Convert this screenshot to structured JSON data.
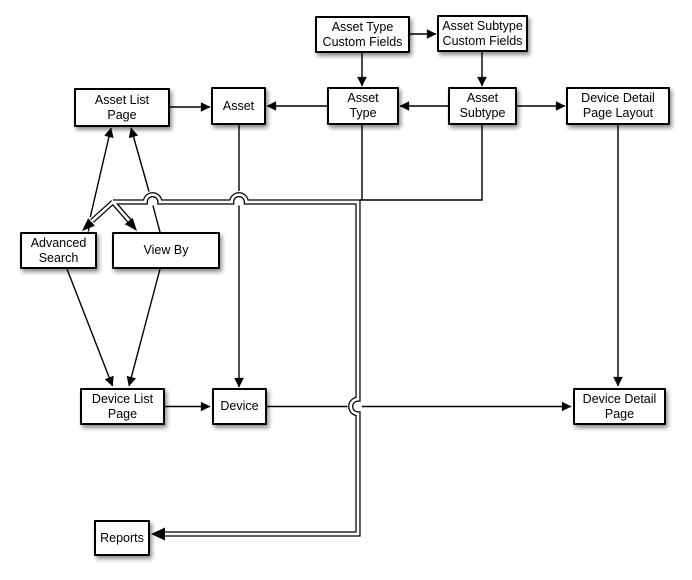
{
  "diagram": {
    "background": "#ffffff",
    "colors": {
      "node_fill": "#ffffff",
      "node_border": "#000000",
      "connector": "#000000"
    },
    "nodes": {
      "asset_type_custom_fields": {
        "label": "Asset Type\nCustom Fields"
      },
      "asset_subtype_custom_fields": {
        "label": "Asset Subtype\nCustom Fields"
      },
      "asset_list_page": {
        "label": "Asset List\nPage"
      },
      "asset": {
        "label": "Asset"
      },
      "asset_type": {
        "label": "Asset\nType"
      },
      "asset_subtype": {
        "label": "Asset\nSubtype"
      },
      "device_detail_page_layout": {
        "label": "Device Detail\nPage Layout"
      },
      "advanced_search": {
        "label": "Advanced\nSearch"
      },
      "view_by": {
        "label": "View By"
      },
      "device_list_page": {
        "label": "Device List\nPage"
      },
      "device": {
        "label": "Device"
      },
      "device_detail_page": {
        "label": "Device Detail\nPage"
      },
      "reports": {
        "label": "Reports"
      }
    },
    "edges": [
      {
        "from": "asset_type_custom_fields",
        "to": "asset_subtype_custom_fields",
        "style": "single-arrow"
      },
      {
        "from": "asset_type_custom_fields",
        "to": "asset_type",
        "style": "single-arrow"
      },
      {
        "from": "asset_subtype_custom_fields",
        "to": "asset_subtype",
        "style": "single-arrow"
      },
      {
        "from": "asset_list_page",
        "to": "asset",
        "style": "single-arrow"
      },
      {
        "from": "asset_type",
        "to": "asset",
        "style": "single-arrow"
      },
      {
        "from": "asset_subtype",
        "to": "asset_type",
        "style": "single-arrow"
      },
      {
        "from": "asset_subtype",
        "to": "device_detail_page_layout",
        "style": "single-arrow"
      },
      {
        "from": "asset",
        "to": "device",
        "style": "single-arrow"
      },
      {
        "from": "advanced_search",
        "to": "asset_list_page",
        "style": "single-arrow"
      },
      {
        "from": "view_by",
        "to": "asset_list_page",
        "style": "single-arrow"
      },
      {
        "from": "advanced_search",
        "to": "device_list_page",
        "style": "single-arrow"
      },
      {
        "from": "view_by",
        "to": "device_list_page",
        "style": "single-arrow"
      },
      {
        "from": "device_list_page",
        "to": "device",
        "style": "single-arrow"
      },
      {
        "from": "device",
        "to": "device_detail_page",
        "style": "single-arrow"
      },
      {
        "from": "device_detail_page_layout",
        "to": "device_detail_page",
        "style": "single-arrow"
      },
      {
        "from": [
          "asset_type",
          "asset_subtype"
        ],
        "to": [
          "advanced_search",
          "view_by",
          "reports"
        ],
        "style": "double-line-bundle-with-crossing-hops"
      }
    ]
  }
}
